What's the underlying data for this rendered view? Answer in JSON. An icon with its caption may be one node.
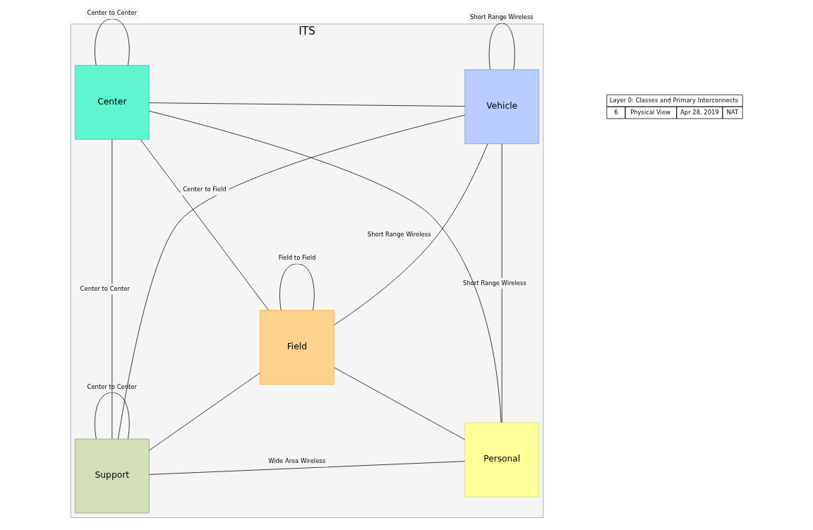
{
  "diagram": {
    "nodes": [
      {
        "text": [
          "ITS"
        ]
      },
      {
        "text": [
          "Support"
        ],
        "in": 0
      },
      {
        "text": [
          "Personal"
        ],
        "in": 0
      },
      {
        "text": [
          "Field"
        ],
        "in": 0
      },
      {
        "text": [
          "Center"
        ],
        "in": 0
      },
      {
        "text": [
          "Vehicle"
        ],
        "in": 0
      }
    ],
    "edges": [
      {
        "from": 1,
        "to": 1,
        "arrow": "none",
        "label": "Center to Center"
      },
      {
        "from": 1,
        "to": 4,
        "arrow": "none",
        "label": "Center to Center"
      },
      {
        "from": 1,
        "to": 2,
        "arrow": "none",
        "label": "Wide Area Wireless"
      },
      {
        "from": 1,
        "to": 5,
        "arrow": "none"
      },
      {
        "from": 4,
        "to": 2,
        "arrow": "none"
      },
      {
        "from": 4,
        "to": 5,
        "arrow": "none"
      },
      {
        "from": 1,
        "to": 3,
        "arrow": "none"
      },
      {
        "from": 4,
        "to": 3,
        "arrow": "none",
        "label": "Center to Field"
      },
      {
        "from": 3,
        "to": 2,
        "arrow": "none"
      },
      {
        "from": 3,
        "to": 5,
        "arrow": "none",
        "label": "Short Range Wireless"
      },
      {
        "from": 2,
        "to": 5,
        "arrow": "none",
        "label": "Short Range Wireless"
      },
      {
        "from": 3,
        "to": 3,
        "arrow": "none",
        "label": "Field to Field"
      },
      {
        "from": 4,
        "to": 4,
        "arrow": "none",
        "label": "Center to Center"
      },
      {
        "from": 5,
        "to": 5,
        "arrow": "none",
        "label": "Short Range Wireless"
      }
    ],
    "labels": [
      "Layer 0: Classes and Primary Interconnects",
      "6",
      "Physical View",
      "Apr 28, 2019",
      "NAT"
    ]
  }
}
